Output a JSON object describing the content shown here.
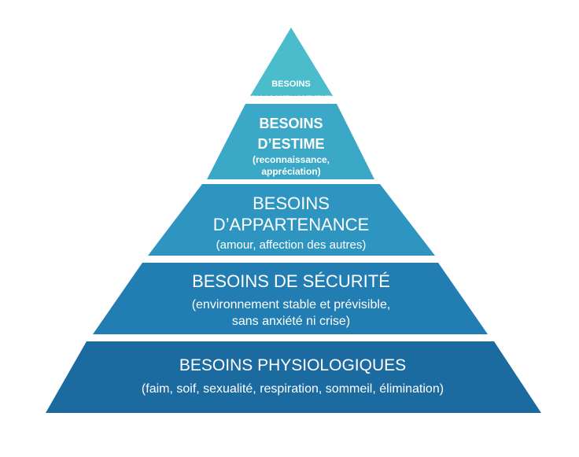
{
  "pyramid": {
    "levels": [
      {
        "title_lines": [
          "BESOINS",
          "D’ACCOMPLISSEMENT"
        ],
        "detail_lines": [],
        "color": "#4bbccc"
      },
      {
        "title_lines": [
          "BESOINS",
          "D’ESTIME"
        ],
        "detail_lines": [
          "(reconnaissance,",
          "appréciation)"
        ],
        "color": "#3aa8c6"
      },
      {
        "title_lines": [
          "BESOINS",
          "D’APPARTENANCE"
        ],
        "detail_lines": [
          "(amour, affection des autres)"
        ],
        "color": "#2e95c0"
      },
      {
        "title_lines": [
          "BESOINS DE SÉCURITÉ"
        ],
        "detail_lines": [
          "(environnement stable et prévisible,",
          "sans anxiété ni crise)"
        ],
        "color": "#227db2"
      },
      {
        "title_lines": [
          "BESOINS PHYSIOLOGIQUES"
        ],
        "detail_lines": [
          "(faim, soif, sexualité, respiration, sommeil, élimination)"
        ],
        "color": "#1b6aa0"
      }
    ]
  }
}
